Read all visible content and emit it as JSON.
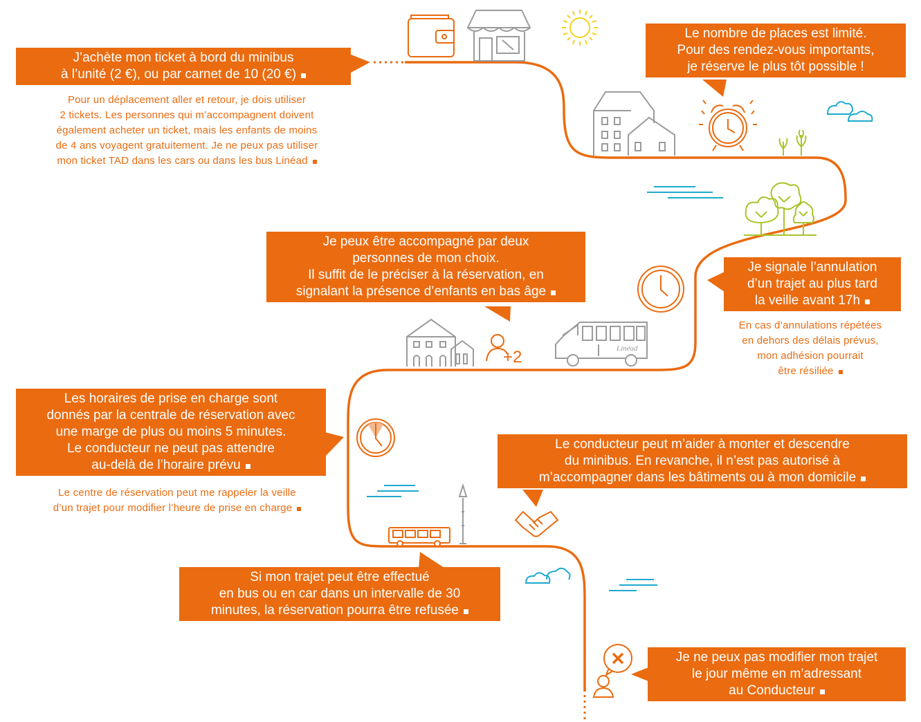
{
  "steps": {
    "ticket": {
      "bubble": [
        "J’achète mon ticket à bord du minibus",
        "à l’unité (2 €), ou par carnet de 10 (20 €)"
      ],
      "note": [
        "Pour un déplacement aller et retour, je dois utiliser",
        "2 tickets. Les personnes qui m’accompagnent doivent",
        "également acheter un ticket, mais les enfants de moins",
        "de 4 ans voyagent gratuitement. Je ne peux pas utiliser",
        "mon ticket TAD dans les cars ou dans les bus Linéad"
      ]
    },
    "places": {
      "bubble": [
        "Le nombre de places est limité.",
        "Pour des rendez-vous importants,",
        "je réserve le plus tôt possible !"
      ]
    },
    "companions": {
      "bubble": [
        "Je peux être accompagné par deux",
        "personnes de mon choix.",
        "Il suffit de le préciser à la réservation, en",
        "signalant la présence d’enfants en bas âge"
      ]
    },
    "cancel": {
      "bubble": [
        "Je signale l’annulation",
        "d’un trajet au plus tard",
        "la veille avant 17h"
      ],
      "note": [
        "En cas d’annulations répétées",
        "en dehors des délais prévus,",
        "mon adhésion pourrait",
        "être résiliée"
      ]
    },
    "schedule": {
      "bubble": [
        "Les horaires de prise en charge sont",
        "donnés par la centrale de réservation avec",
        "une marge de plus ou moins 5 minutes.",
        "Le conducteur ne peut pas attendre",
        "au-delà de l’horaire prévu"
      ],
      "note": [
        "Le centre de réservation peut me rappeler la veille",
        "d’un trajet pour modifier l’heure de prise en charge"
      ]
    },
    "driver": {
      "bubble": [
        "Le conducteur peut m’aider à monter et descendre",
        "du minibus. En revanche, il n’est pas autorisé à",
        "m’accompagner dans les bâtiments ou à mon domicile"
      ]
    },
    "refusal": {
      "bubble": [
        "Si mon trajet peut être effectué",
        "en bus ou en car dans un intervalle de 30",
        "minutes, la réservation pourra être refusée"
      ]
    },
    "nochange": {
      "bubble": [
        "Je ne peux pas modifier mon trajet",
        "le jour même en m’adressant",
        "au Conducteur"
      ]
    }
  },
  "icons": {
    "plus_two": "+2",
    "minibus_brand": "Linéad"
  },
  "colors": {
    "accent": "#ea6b10",
    "gray": "#9b9b9b",
    "blue": "#1ea9cf",
    "green": "#a8c52a",
    "yellow": "#f6d21a"
  }
}
